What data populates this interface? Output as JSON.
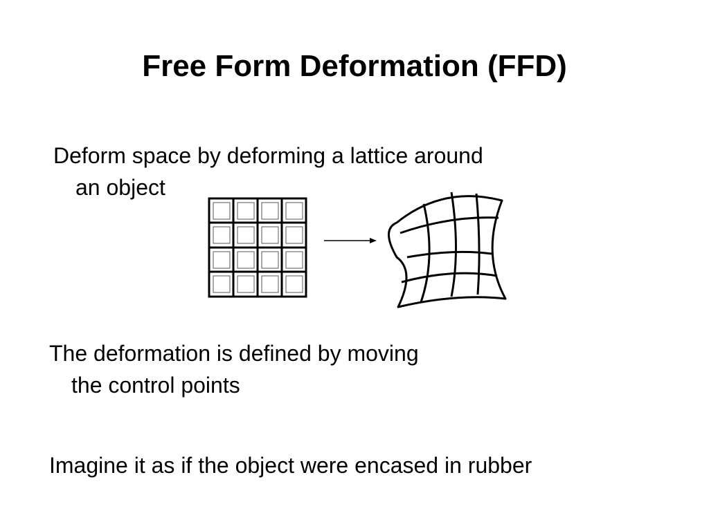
{
  "slide": {
    "title": "Free Form Deformation (FFD)",
    "paragraphs": [
      {
        "line1": "Deform space by deforming a lattice around",
        "line2": "an object"
      },
      {
        "line1": "The deformation is defined by moving",
        "line2": "the control points"
      },
      {
        "line1": "Imagine it as if the object were encased in rubber"
      }
    ]
  },
  "figure": {
    "icons": [
      "regular-lattice-icon",
      "arrow-right-icon",
      "deformed-lattice-icon"
    ],
    "stroke_color": "#000000"
  }
}
